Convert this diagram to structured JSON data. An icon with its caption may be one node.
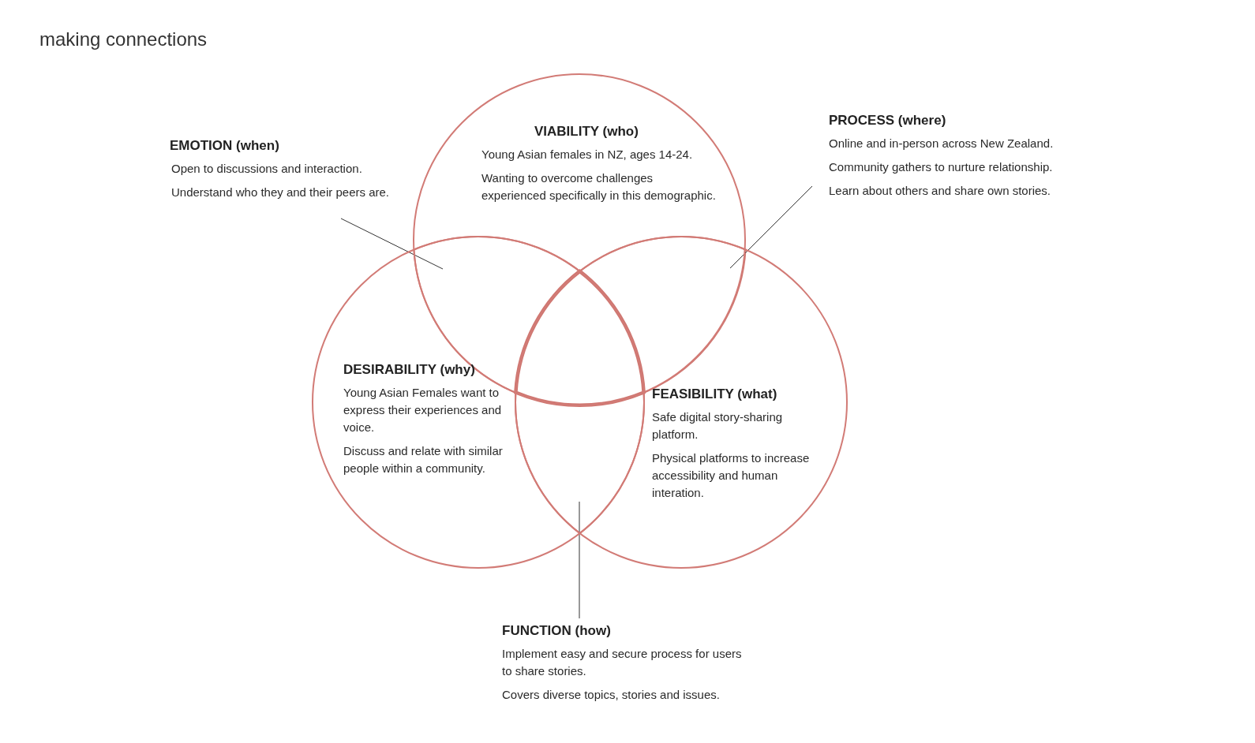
{
  "diagram": {
    "title": "making connections",
    "nodes": [
      {
        "text": [
          "VIABILITY (who)",
          "Young Asian females in NZ, ages 14-24.",
          "Wanting to overcome challenges experienced specifically in this demographic."
        ]
      },
      {
        "text": [
          "DESIRABILITY (why)",
          "Young Asian Females want to express their experiences and voice.",
          "Discuss and relate with similar people within a community."
        ]
      },
      {
        "text": [
          "FEASIBILITY (what)",
          "Safe digital story-sharing platform.",
          "Physical platforms to increase accessibility and human interation."
        ]
      },
      {
        "text": [
          "EMOTION (when)",
          "Open to discussions and interaction.",
          "Understand who they and their peers are."
        ]
      },
      {
        "text": [
          "PROCESS (where)",
          "Online and in-person across New Zealand.",
          "Community gathers to nurture relationship.",
          "Learn about others and share own stories."
        ]
      },
      {
        "text": [
          "FUNCTION (how)",
          "Implement easy and secure process for users to share stories.",
          "Covers diverse topics, stories and issues."
        ]
      },
      {
        "text": [],
        "shape": "lens"
      },
      {
        "text": [],
        "shape": "lens"
      },
      {
        "text": [],
        "shape": "triangle"
      },
      {
        "text": [],
        "shape": "lens"
      }
    ],
    "edges": [
      {
        "from": 3,
        "to": 6,
        "arrow": "none"
      },
      {
        "from": 4,
        "to": 7,
        "arrow": "none"
      },
      {
        "from": 5,
        "to": 9,
        "arrow": "none"
      }
    ]
  }
}
